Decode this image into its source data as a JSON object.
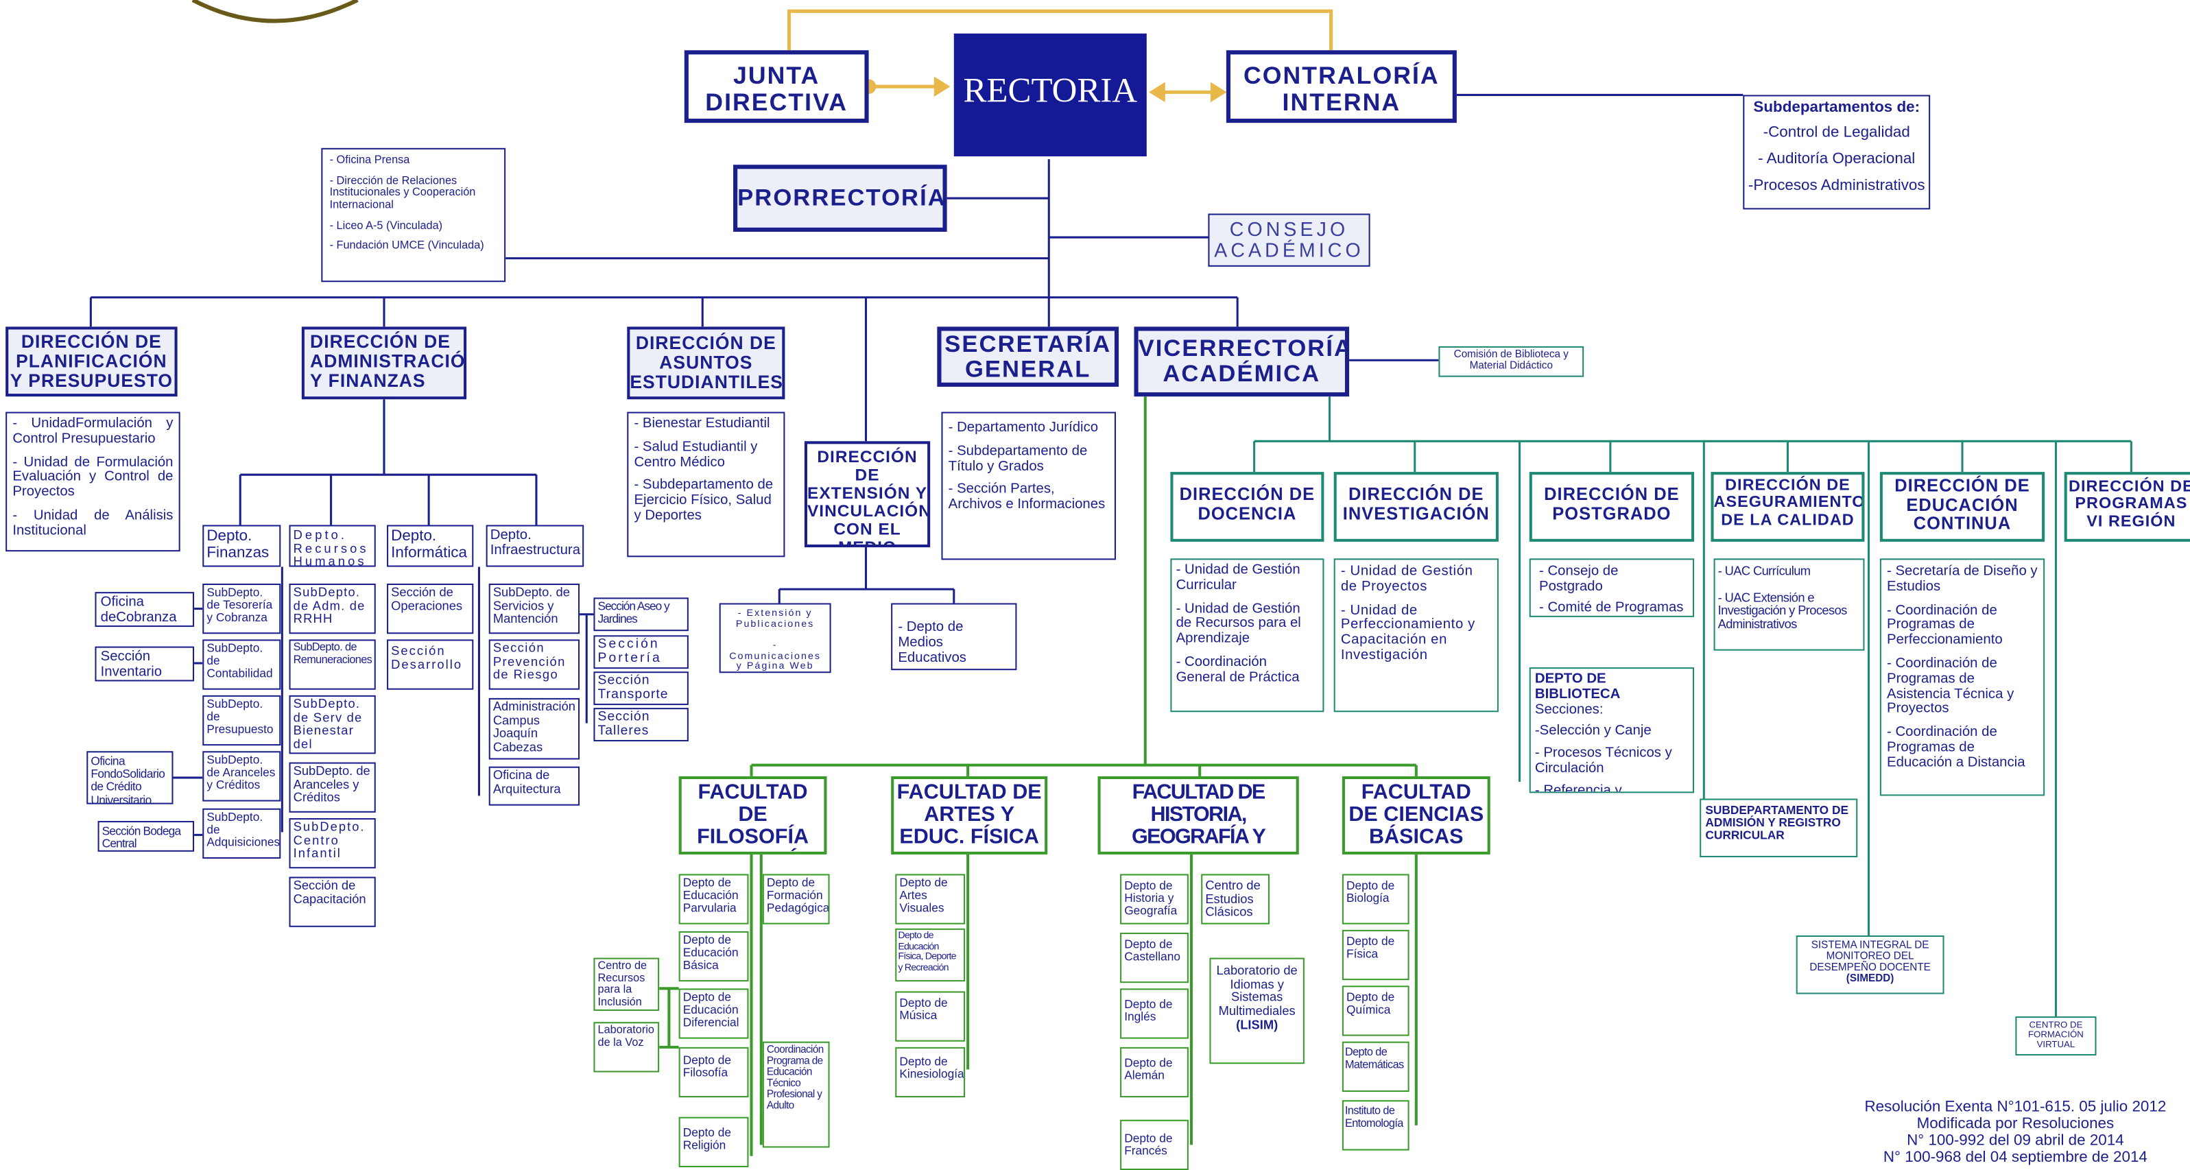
{
  "top": {
    "junta": "JUNTA DIRECTIVA",
    "rectoria": "RECTORIA",
    "contraloria": "CONTRALORÍA INTERNA",
    "prorrectoria": "PRORRECTORÍA",
    "consejo": "CONSEJO ACADÉMICO"
  },
  "contraloria_sub": {
    "title": "Subdepartamentos de:",
    "items": [
      "-Control de Legalidad",
      "- Auditoría Operacional",
      "-Procesos Administrativos"
    ]
  },
  "staff": [
    "- Oficina Prensa",
    "- Dirección de Relaciones Institucionales y Cooperación Internacional",
    "- Liceo A-5 (Vinculada)",
    "- Fundación UMCE (Vinculada)"
  ],
  "dir_plan": {
    "title": "DIRECCIÓN DE PLANIFICACIÓN Y PRESUPUESTO",
    "items": [
      "- UnidadFormulación y Control Presupuestario",
      "- Unidad de Formulación Evaluación y Control de Proyectos",
      "- Unidad de Análisis Institucional"
    ]
  },
  "dir_adm": {
    "title": "DIRECCIÓN DE ADMINISTRACIÓN Y FINANZAS",
    "depts": [
      "Depto. Finanzas",
      "Depto. Recursos Humanos",
      "Depto. Informática",
      "Depto. Infraestructura"
    ],
    "finanzas": [
      "SubDepto. de Tesorería y Cobranza",
      "SubDepto. de Contabilidad",
      "SubDepto. de Presupuesto",
      "SubDepto. de Aranceles y Créditos",
      "SubDepto. de Adquisiciones"
    ],
    "finanzas_side": [
      "Oficina deCobranza",
      "Sección Inventario",
      "Oficina FondoSolidario de Crédito Universitario",
      "Sección Bodega Central"
    ],
    "rrhh": [
      "SubDepto. de Adm. de RRHH",
      "SubDepto. de Remuneraciones",
      "SubDepto. de Serv de Bienestar del Personal",
      "SubDepto. de Aranceles y Créditos",
      "SubDepto. Centro Infantil",
      "Sección de Capacitación"
    ],
    "informatica": [
      "Sección de Operaciones",
      "Sección Desarrollo"
    ],
    "infra": [
      "SubDepto. de Servicios y Mantención",
      "Sección Prevención de Riesgo",
      "Administración Campus Joaquín Cabezas",
      "Oficina de Arquitectura"
    ],
    "infra_side": [
      "Sección Aseo y Jardines",
      "Sección Portería",
      "Sección Transporte",
      "Sección Talleres"
    ]
  },
  "dir_asuntos": {
    "title": "DIRECCIÓN DE ASUNTOS ESTUDIANTILES",
    "items": [
      "- Bienestar Estudiantil",
      "- Salud Estudiantil y Centro Médico",
      "- Subdepartamento de Ejercicio Físico, Salud y Deportes"
    ]
  },
  "dir_ext": {
    "title": "DIRECCIÓN DE EXTENSIÓN Y VINCULACIÓN CON EL MEDIO",
    "sub1": [
      "- Extensión y Publicaciones",
      "- Comunicaciones y Página Web"
    ],
    "sub2": "- Depto de Medios Educativos"
  },
  "secretaria": {
    "title": "SECRETARÍA GENERAL",
    "items": [
      "- Departamento Jurídico",
      "- Subdepartamento de Título y Grados",
      "- Sección Partes, Archivos e Informaciones"
    ]
  },
  "vice": {
    "title": "VICERRECTORÍA ACADÉMICA",
    "comision": "Comisión de Biblioteca y Material Didáctico"
  },
  "docencia": {
    "title": "DIRECCIÓN DE DOCENCIA",
    "items": [
      "- Unidad de Gestión Curricular",
      "- Unidad de Gestión de Recursos para el Aprendizaje",
      "- Coordinación General de Práctica"
    ]
  },
  "investigacion": {
    "title": "DIRECCIÓN DE INVESTIGACIÓN",
    "items": [
      "- Unidad de Gestión de Proyectos",
      "- Unidad de Perfeccionamiento y Capacitación en Investigación"
    ]
  },
  "postgrado": {
    "title": "DIRECCIÓN DE POSTGRADO",
    "items": [
      "- Consejo de Postgrado",
      "- Comité de Programas"
    ]
  },
  "biblioteca": {
    "title": "DEPTO DE BIBLIOTECA",
    "items": [
      "Secciones:",
      "-Selección y Canje",
      "- Procesos Técnicos y Circulación",
      "- Referencia y Hemeroteca"
    ]
  },
  "calidad": {
    "title": "DIRECCIÓN DE ASEGURAMIENTO DE LA CALIDAD",
    "items": [
      "- UAC Currículum",
      "- UAC Extensión e Investigación y Procesos Administrativos"
    ]
  },
  "admision": "SUBDEPARTAMENTO DE ADMISIÓN Y REGISTRO CURRICULAR",
  "continua": {
    "title": "DIRECCIÓN DE EDUCACIÓN CONTINUA",
    "items": [
      "- Secretaría de Diseño y Estudios",
      "- Coordinación de Programas de Perfeccionamiento",
      "- Coordinación de Programas de Asistencia Técnica y Proyectos",
      "- Coordinación de Programas de Educación a Distancia"
    ]
  },
  "programas": "DIRECCIÓN DE PROGRAMAS VI REGIÓN",
  "simedd": [
    "SISTEMA INTEGRAL DE MONITOREO DEL DESEMPEÑO DOCENTE",
    "(SIMEDD)"
  ],
  "centro_virtual": "CENTRO DE FORMACIÓN VIRTUAL",
  "fac_filo": {
    "title": "FACULTAD DE FILOSOFÍA EDUCACIÓN",
    "depts": [
      "Depto de Educación Parvularia",
      "Depto de Educación Básica",
      "Depto de Educación Diferencial",
      "Depto de Filosofía",
      "Depto de Religión"
    ],
    "side": [
      "Depto de Formación Pedagógica",
      "Coordinación Programa de Educación Técnico Profesional y Adulto"
    ],
    "left": [
      "Centro de Recursos para la Inclusión",
      "Laboratorio de la Voz"
    ]
  },
  "fac_artes": {
    "title": "FACULTAD DE ARTES Y EDUC. FÍSICA",
    "depts": [
      "Depto de Artes Visuales",
      "Depto de Educación Física, Deporte y Recreación",
      "Depto de Música",
      "Depto de Kinesiología"
    ]
  },
  "fac_hist": {
    "title": "FACULTAD DE HISTORIA, GEOGRAFÍA Y LETRAS",
    "depts": [
      "Depto de Historia y Geografía",
      "Depto de Castellano",
      "Depto de Inglés",
      "Depto de Alemán",
      "Depto de Francés"
    ],
    "side": [
      "Centro de Estudios Clásicos",
      "Laboratorio de Idiomas y Sistemas Multimediales",
      "(LISIM)"
    ]
  },
  "fac_cien": {
    "title": "FACULTAD DE CIENCIAS BÁSICAS",
    "depts": [
      "Depto de Biología",
      "Depto de Física",
      "Depto de Química",
      "Depto de Matemáticas",
      "Instituto de Entomología"
    ]
  },
  "resolucion": [
    "Resolución Exenta N°101-615. 05 julio 2012",
    "Modificada por Resoluciones",
    "N° 100-992 del 09 abril de 2014",
    "N° 100-968 del 04 septiembre de 2014"
  ],
  "colors": {
    "navy": "#1a1f8c",
    "rectoria": "#141a96",
    "green": "#3a9a2a",
    "teal": "#1e8a74",
    "gold": "#e8b84a",
    "light": "#eceef8"
  }
}
